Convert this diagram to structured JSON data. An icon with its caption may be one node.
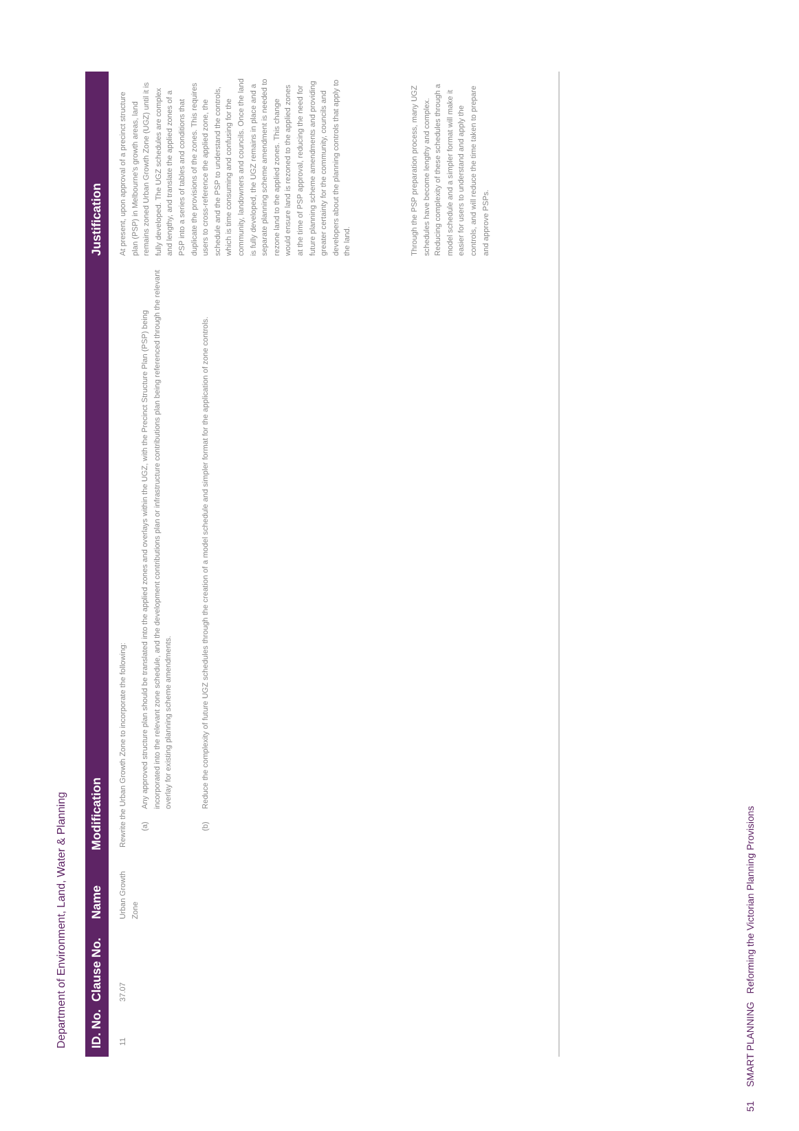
{
  "diagram": {
    "labels": [
      "Department of Environment, Land, Water & Planning",
      "ID. No.",
      "Clause No.",
      "Name",
      "Modification",
      "Justification",
      "11",
      "37.07",
      "Urban Growth Zone",
      "Rewrite the Urban Growth Zone to incorporate the following:",
      "(a)",
      "Any approved structure plan should be translated into the applied zones and overlays within the UGZ, with the Precinct Structure Plan (PSP) being incorporated into the relevant zone schedule, and the development contributions plan or infrastructure contributions plan being referenced through the relevant overlay for existing planning scheme amendments.",
      "(b)",
      "Reduce the complexity of future UGZ schedules through the creation of a model schedule and simpler format for the application of zone controls.",
      "At present, upon approval of a precinct structure plan (PSP) in Melbourne's growth areas, land remains zoned Urban Growth Zone (UGZ) until it is fully developed. The UGZ schedules are complex and lengthy, and translate the applied zones of a PSP into a series of tables and conditions that duplicate the provisions of the zones. This requires users to cross-reference the applied zone, the schedule and the PSP to understand the controls, which is time consuming and confusing for the community, landowners and councils. Once the land is fully developed, the UGZ remains in place and a separate planning scheme amendment is needed to rezone land to the applied zones. This change would ensure land is rezoned to the applied zones at the time of PSP approval, reducing the need for future planning scheme amendments and providing greater certainty for the community, councils and developers about the planning controls that apply to the land.",
      "Through the PSP preparation process, many UGZ schedules have become lengthy and complex. Reducing complexity of these schedules through a model schedule and a simpler format will make it easier for users to understand and apply the controls, and will reduce the time taken to prepare and approve PSPs.",
      "51",
      "SMART PLANNING   Reforming the Victorian Planning Provisions"
    ]
  }
}
